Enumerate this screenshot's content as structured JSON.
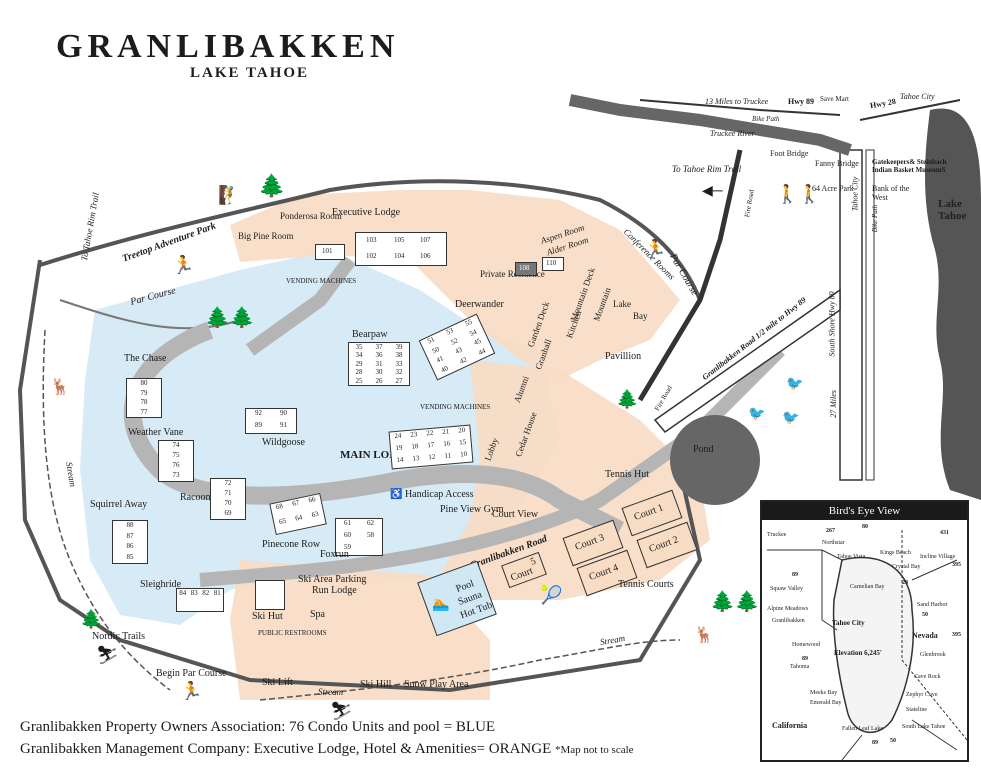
{
  "header": {
    "title": "GRANLIBAKKEN",
    "subtitle": "LAKE TAHOE"
  },
  "legend": {
    "line1": "Granlibakken Property Owners Association: 76 Condo Units and pool = BLUE",
    "line2": "Granlibakken Management Company: Executive Lodge, Hotel & Amenities= ORANGE",
    "note": "*Map not to scale"
  },
  "colors": {
    "blue_zone": "#cfe8f3",
    "orange_zone": "#f8dcc3",
    "road": "#b5b5b5",
    "building": "#ffffff",
    "water": "#666666"
  },
  "labels": {
    "treetop": "Treetop Adventure Park",
    "to_tahoe_rim_trail_left": "To Tahoe Rim Trail",
    "par_course_left": "Par Course",
    "par_course_right": "Par Course",
    "big_pine_room": "Big Pine Room",
    "ponderosa_room": "Ponderosa Room",
    "executive_lodge": "Executive Lodge",
    "vending_machines_top": "VENDING MACHINES",
    "aspen_room": "Aspen Room",
    "alder_room": "Alder Room",
    "private_residence": "Private Residence",
    "deerwander": "Deerwander",
    "conference_rooms": "Conference Rooms",
    "garden_deck": "Garden Deck",
    "mountain_deck": "Mountain Deck",
    "kitchen": "Kitchen",
    "mountain": "Mountain",
    "lake": "Lake",
    "bay": "Bay",
    "granhall": "Granhall",
    "pavillion": "Pavillion",
    "alumni": "Alumni",
    "bearpaw": "Bearpaw",
    "the_chase": "The Chase",
    "weather_vane": "Weather Vane",
    "wildgoose": "Wildgoose",
    "vending_machines_mid": "VENDING MACHINES",
    "main_lodge": "MAIN LODGE",
    "lobby": "Lobby",
    "cedar_house": "Cedar House",
    "handicap_access": "Handicap Access",
    "squirrel_away": "Squirrel Away",
    "racoon_eyes": "Racoon Eyes",
    "pine_view_gym": "Pine View Gym",
    "court_view": "Court View",
    "tennis_hut": "Tennis Hut",
    "pinecone_row": "Pinecone Row",
    "foxrun": "Foxrun",
    "granlibakken_road": "Granlibakken Road",
    "sleighride": "Sleighride",
    "ski_area_parking": "Ski Area Parking",
    "ski_hut": "Ski Hut",
    "run_lodge": "Run Lodge",
    "spa": "Spa",
    "public_restrooms": "PUBLIC RESTROOMS",
    "pool": "Pool",
    "sauna": "Sauna",
    "hot_tub": "Hot Tub",
    "court": "Court",
    "court3": "Court 3",
    "court4": "Court 4",
    "court2": "Court 2",
    "court1": "Court 1",
    "court5": "5",
    "tennis_courts": "Tennis Courts",
    "pond": "Pond",
    "stream_left": "Stream",
    "stream_right": "Stream",
    "stream_bottom": "Stream",
    "nordic_trails": "Nordic Trails",
    "begin_par_course": "Begin Par Course",
    "ski_lift": "Ski Lift",
    "ski_hill": "Ski Hill",
    "snow_play_area": "Snow Play Area",
    "to_tahoe_rim_trail_right": "To Tahoe Rim Trail",
    "fire_road_top": "Fire Road",
    "fire_road_bottom": "Fire Road",
    "miles_truckee": "13 Miles to Truckee",
    "hwy89_top": "Hwy 89",
    "save_mart": "Save Mart",
    "hwy28": "Hwy 28",
    "tahoe_city_top": "Tahoe City",
    "bike_path_top": "Bike Path",
    "truckee_river": "Truckee River",
    "foot_bridge": "Foot Bridge",
    "fanny_bridge": "Fanny Bridge",
    "acre_park": "64 Acre Park",
    "gatekeepers": "Gatekeepers& Steinbach Indian Basket MuseumS",
    "bank_of_west": "Bank of the West",
    "lake_tahoe": "Lake Tahoe",
    "tahoe_city_vertical": "Tahoe City",
    "bike_path_vertical": "Bike Path",
    "south_shore": "South Shore Hwy 89",
    "miles_south": "27 Miles",
    "granlibakken_road_hwy": "Granlibakken Road 1/2 mile to Hwy 89"
  },
  "unit_numbers": {
    "exec_top": [
      "103",
      "105",
      "107"
    ],
    "exec_bottom": [
      "102",
      "104",
      "106"
    ],
    "exec_single": "101",
    "private_units": [
      "108",
      "110"
    ],
    "bearpaw": [
      "35",
      "37",
      "39",
      "34",
      "36",
      "38",
      "29",
      "31",
      "33",
      "28",
      "30",
      "32",
      "25",
      "26",
      "27"
    ],
    "deerwander": [
      "51",
      "53",
      "55",
      "50",
      "52",
      "54",
      "41",
      "43",
      "45",
      "40",
      "42",
      "44"
    ],
    "chase": [
      "80",
      "79",
      "78",
      "77"
    ],
    "weather_vane": [
      "74",
      "75",
      "76",
      "73"
    ],
    "wildgoose": [
      "92",
      "90",
      "89",
      "91"
    ],
    "main_lodge": [
      "24",
      "23",
      "22",
      "21",
      "20",
      "19",
      "18",
      "17",
      "16",
      "15",
      "14",
      "13",
      "12",
      "11",
      "10"
    ],
    "squirrel": [
      "88",
      "87",
      "86",
      "85"
    ],
    "racoon": [
      "72",
      "71",
      "70",
      "69"
    ],
    "pinecone": [
      "68",
      "67",
      "66",
      "65",
      "64",
      "63"
    ],
    "foxrun": [
      "61",
      "62",
      "60",
      "58",
      "59"
    ],
    "sleighride": [
      "84",
      "83",
      "82",
      "81"
    ]
  },
  "inset": {
    "title": "Bird's Eye View",
    "towns": [
      "Truckee",
      "Northstar",
      "Tahoe Vista",
      "Kings Beach",
      "Crystal Bay",
      "Incline Village",
      "Squaw Valley",
      "Carnelian Bay",
      "Alpine Meadows",
      "Granlibakken",
      "Tahoe City",
      "Homewood",
      "Tahoma",
      "Meeks Bay",
      "Emerald Bay",
      "Zephyr Cove",
      "Stateline",
      "South Lake Tahoe",
      "Fallen Leaf Lake",
      "Glenbrook",
      "Sand Harbor",
      "Cave Rock"
    ],
    "elevation": "Elevation 6,245'",
    "nevada": "Nevada",
    "california": "California",
    "highways": [
      "80",
      "267",
      "431",
      "395",
      "89",
      "28",
      "50",
      "89",
      "50",
      "89",
      "395"
    ]
  }
}
